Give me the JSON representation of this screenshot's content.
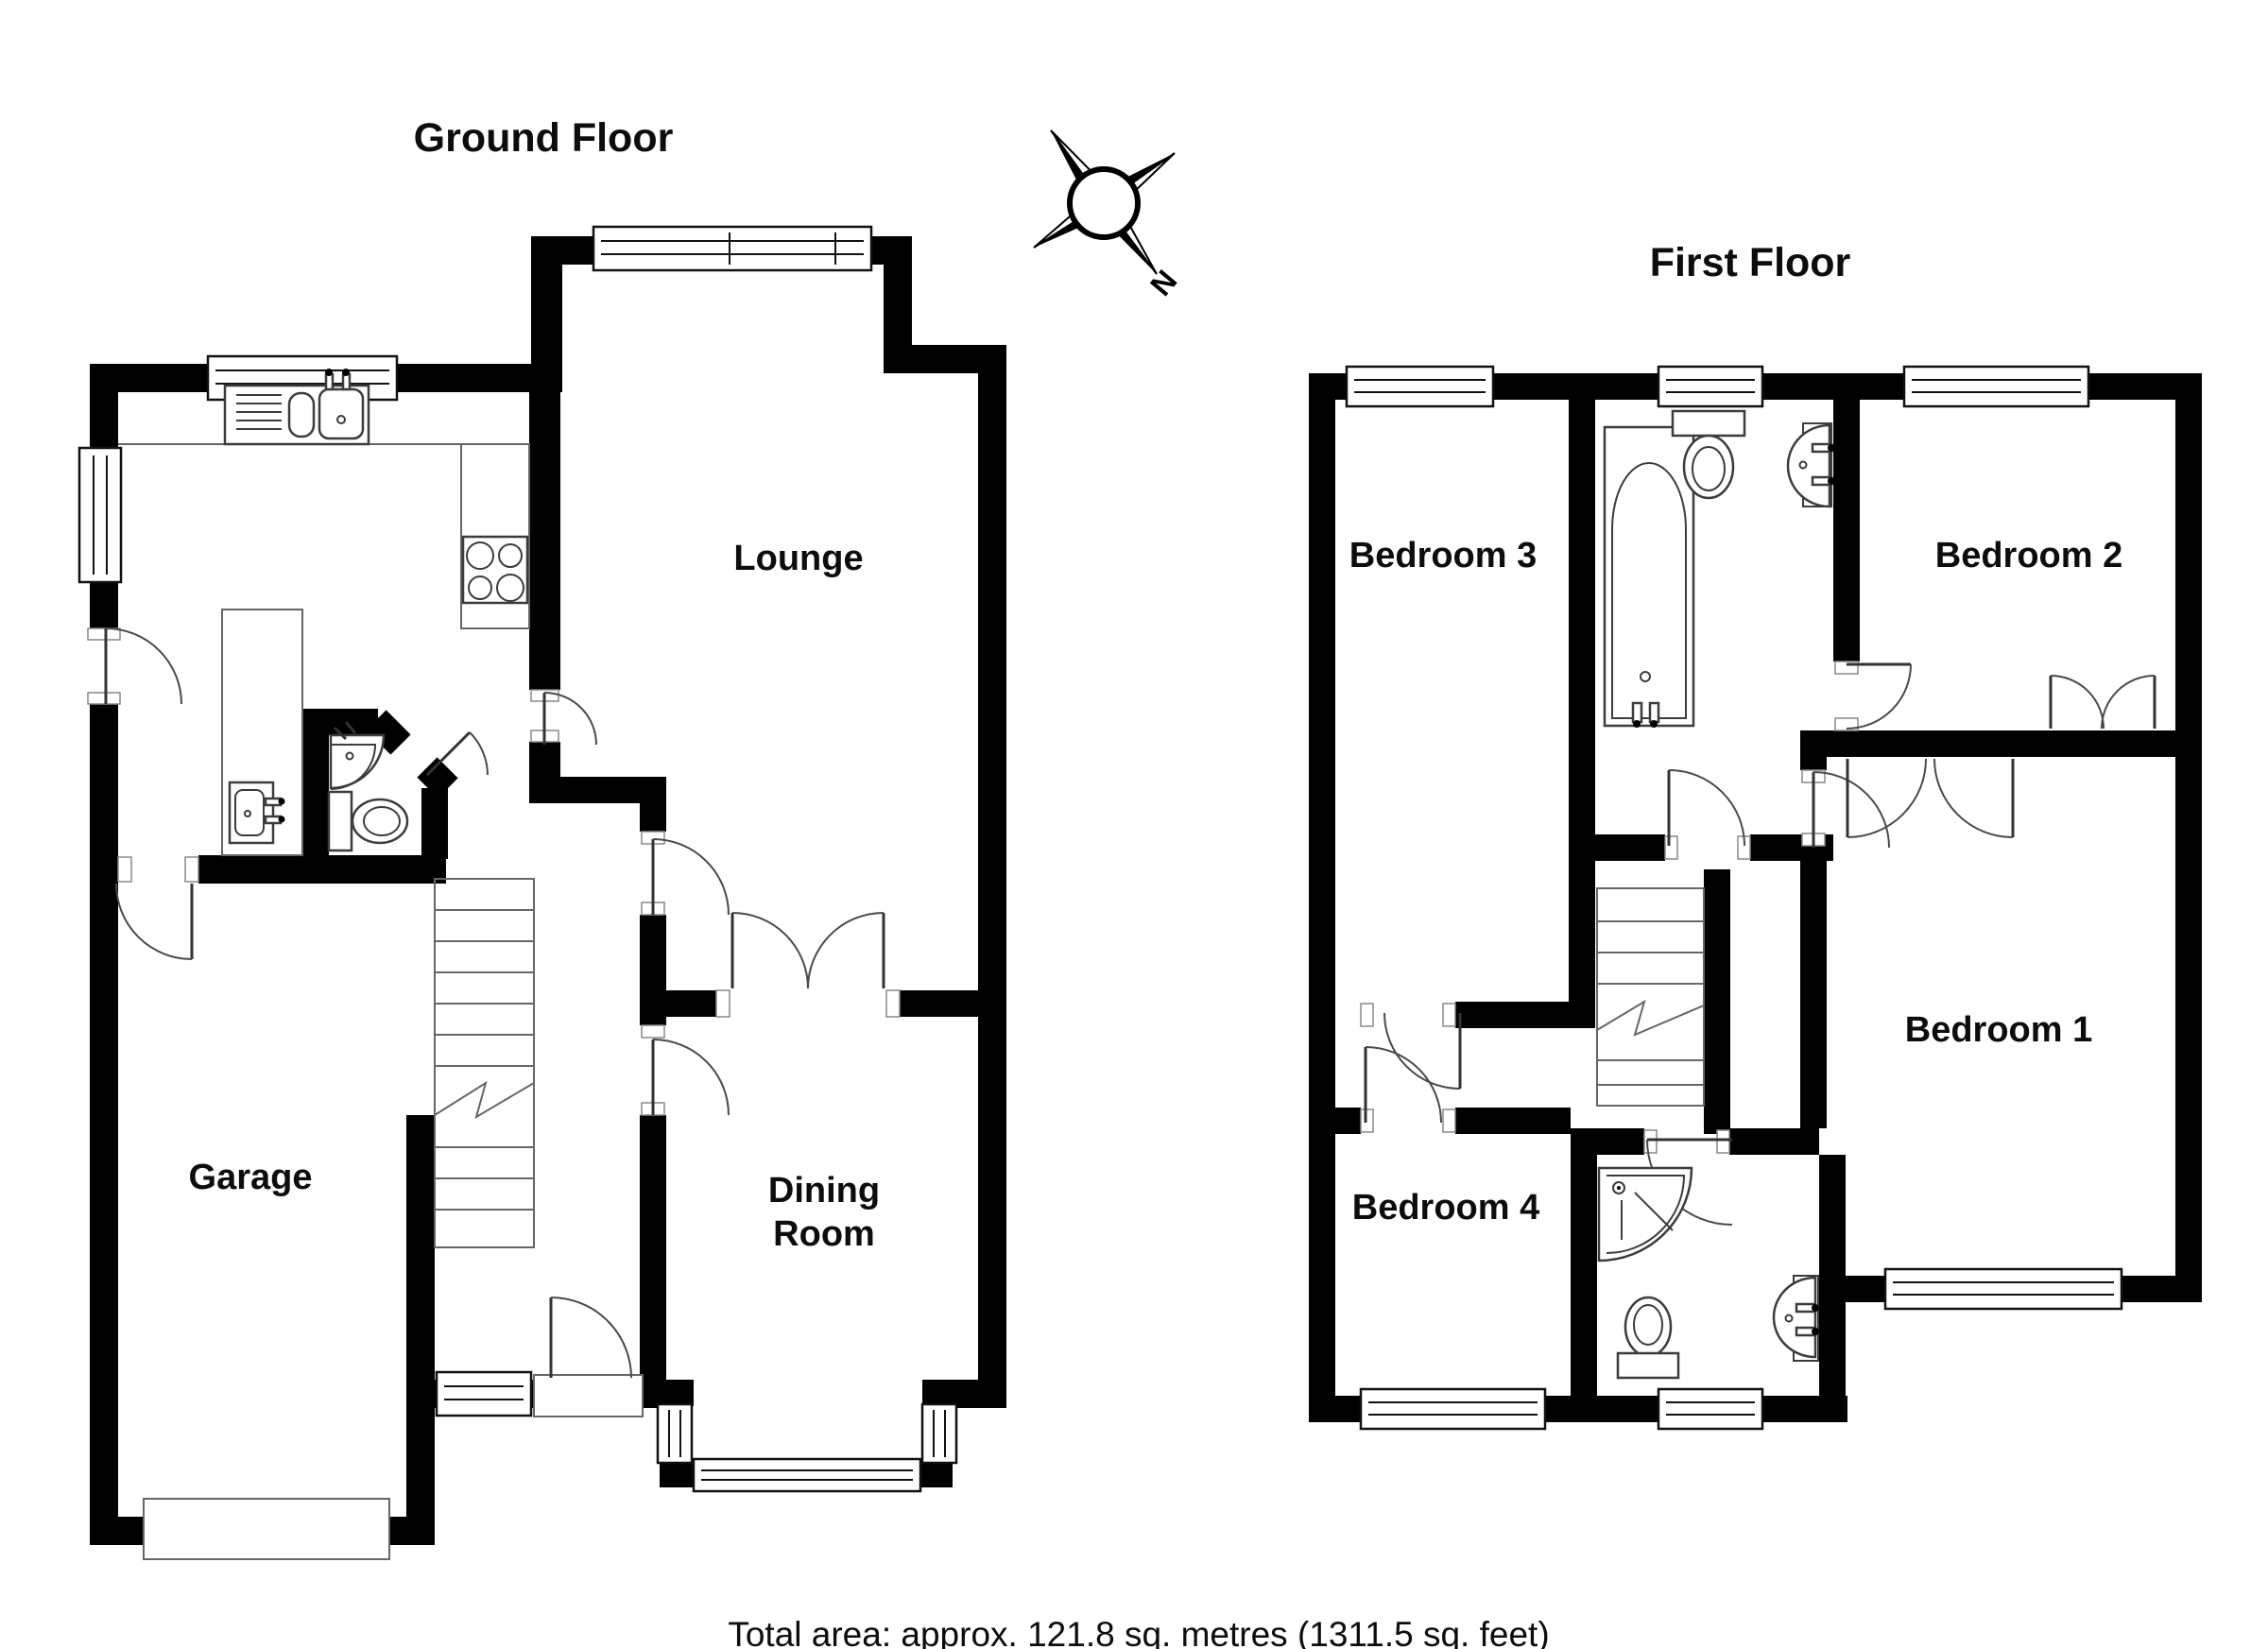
{
  "ground_floor": {
    "title": "Ground Floor",
    "lounge_label": "Lounge",
    "garage_label": "Garage",
    "dining_label_line1": "Dining",
    "dining_label_line2": "Room"
  },
  "first_floor": {
    "title": "First Floor",
    "bedroom1_label": "Bedroom 1",
    "bedroom2_label": "Bedroom 2",
    "bedroom3_label": "Bedroom 3",
    "bedroom4_label": "Bedroom 4"
  },
  "compass": {
    "north_label": "N"
  },
  "footer": {
    "total_area": "Total area: approx. 121.8 sq. metres (1311.5 sq. feet)"
  }
}
